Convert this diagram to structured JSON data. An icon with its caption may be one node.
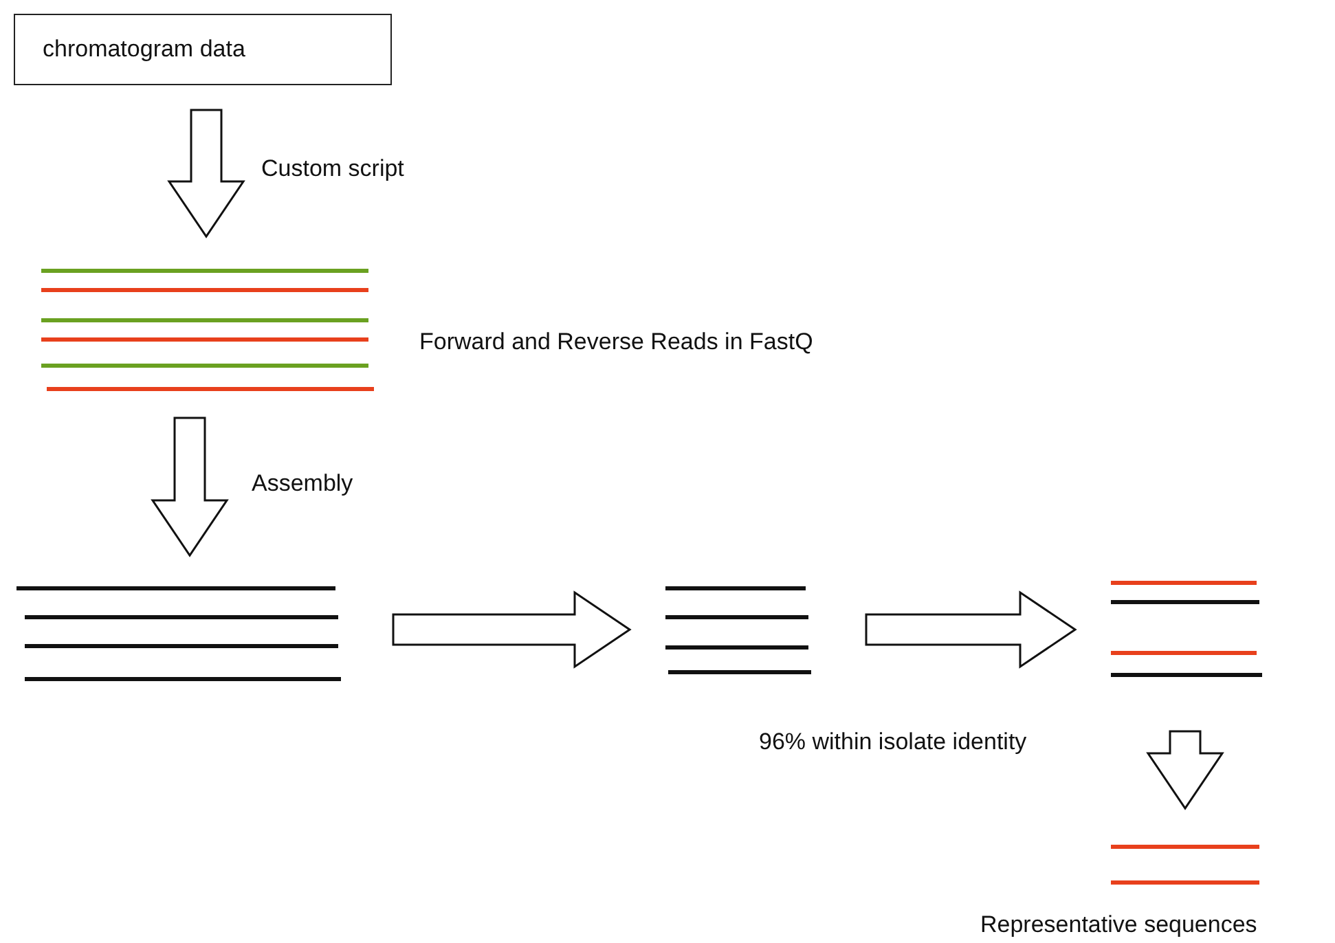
{
  "diagram": {
    "nodes": [
      {
        "text": [
          "chromatogram data"
        ]
      },
      {
        "text": [],
        "shape": "lines",
        "beside": [
          "Forward and Reverse Reads in FastQ"
        ]
      },
      {
        "text": [],
        "shape": "lines"
      },
      {
        "text": [],
        "shape": "lines"
      },
      {
        "text": [],
        "shape": "lines"
      },
      {
        "text": [],
        "shape": "lines",
        "beside": [
          "Representative sequences"
        ]
      }
    ],
    "edges": [
      {
        "from": 0,
        "to": 1,
        "arrow": "to",
        "label": "Custom script"
      },
      {
        "from": 1,
        "to": 2,
        "arrow": "to",
        "label": "Assembly"
      },
      {
        "from": 2,
        "to": 3,
        "arrow": "to"
      },
      {
        "from": 3,
        "to": 4,
        "arrow": "to",
        "label": "96% within isolate identity"
      },
      {
        "from": 4,
        "to": 5,
        "arrow": "to"
      }
    ]
  }
}
